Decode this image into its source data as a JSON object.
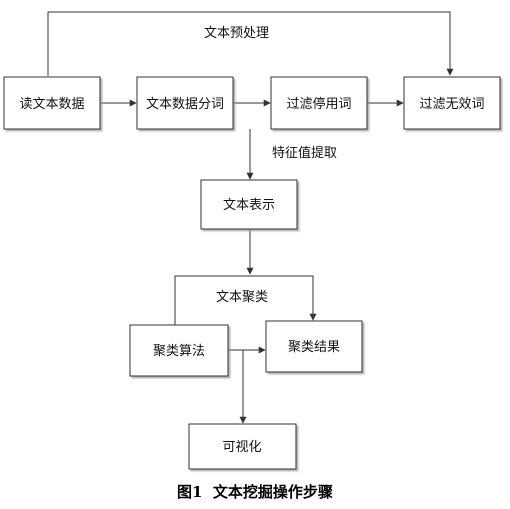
{
  "diagram": {
    "nodes": {
      "read_text": "读文本数据",
      "segment": "文本数据分词",
      "filter_stop": "过滤停用词",
      "filter_invalid": "过滤无效词",
      "representation": "文本表示",
      "cluster_algo": "聚类算法",
      "cluster_result": "聚类结果",
      "visualize": "可视化"
    },
    "edge_labels": {
      "preprocess": "文本预处理",
      "feature_extract": "特征值提取",
      "text_cluster": "文本聚类"
    },
    "caption": "图1  文本挖掘操作步骤"
  }
}
